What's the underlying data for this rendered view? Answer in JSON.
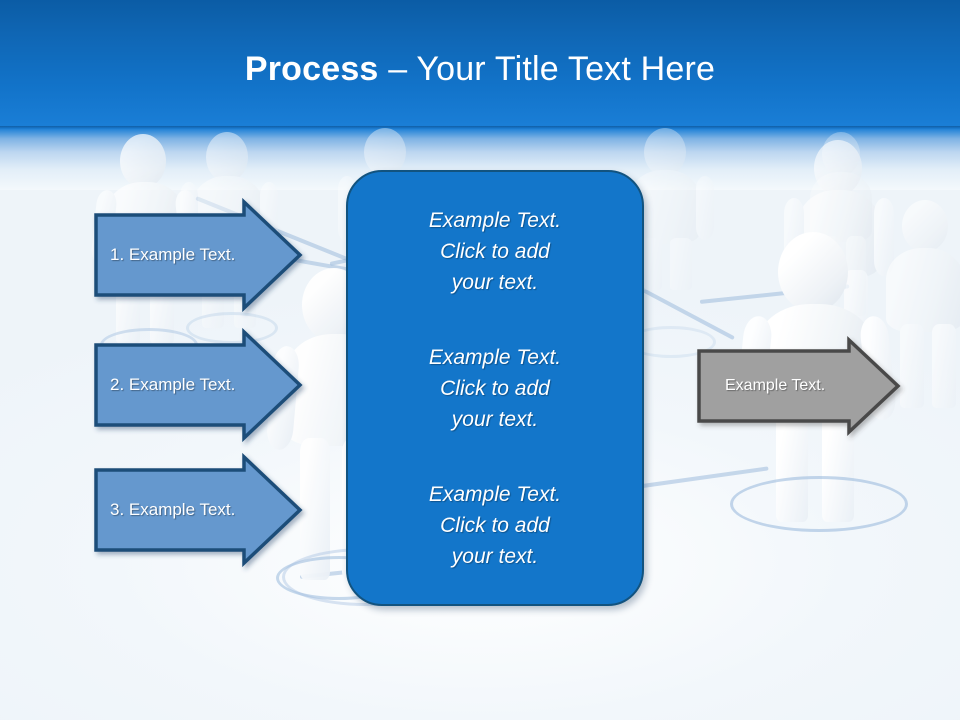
{
  "slide": {
    "title_bold": "Process",
    "title_rest": " – Your Title Text Here",
    "background_top_color": "#0b5ca5",
    "background_mid_color": "#1a7ed6",
    "background_body_color": "#f2f7fb"
  },
  "left_arrows": [
    {
      "label": "1. Example Text.",
      "fill": "#6598ce",
      "stroke": "#1f4e79"
    },
    {
      "label": "2. Example Text.",
      "fill": "#6598ce",
      "stroke": "#1f4e79"
    },
    {
      "label": "3. Example Text.",
      "fill": "#6598ce",
      "stroke": "#1f4e79"
    }
  ],
  "center_box": {
    "fill": "#1376ca",
    "stroke": "#12537f",
    "paragraphs": [
      "Example Text.\nClick  to add\nyour text.",
      "Example Text.\nClick  to add\nyour text.",
      "Example Text.\nClick  to add\nyour text."
    ]
  },
  "right_arrow": {
    "label": "Example Text.",
    "fill": "#a0a0a0",
    "stroke": "#4a4a4a"
  }
}
